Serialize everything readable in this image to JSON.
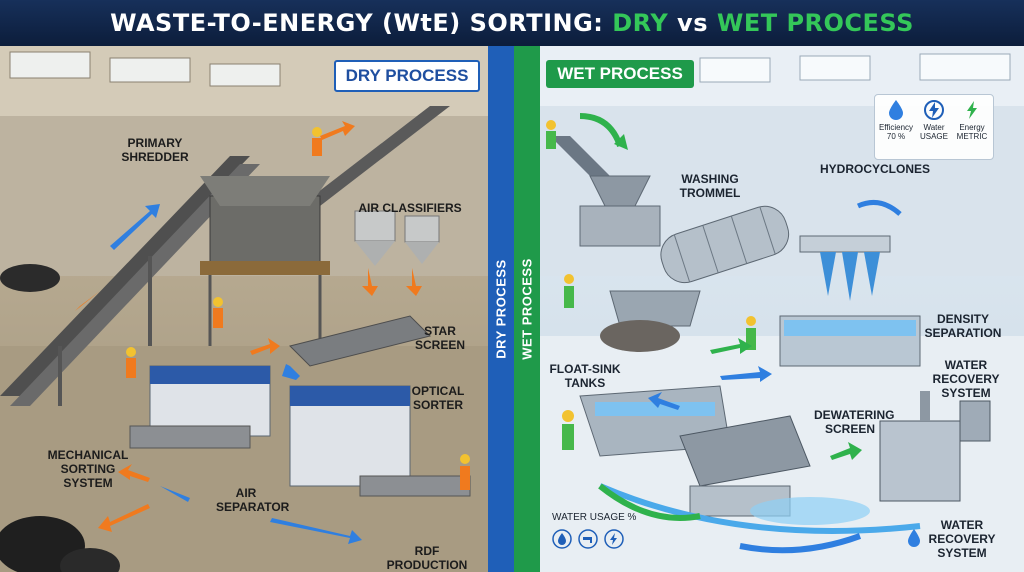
{
  "title": {
    "prefix": "WASTE-TO-ENERGY (WtE) SORTING: ",
    "dry": "DRY",
    "vs": " vs ",
    "wet": "WET PROCESS"
  },
  "dry": {
    "header": "DRY PROCESS",
    "band_label": "DRY PROCESS",
    "labels": {
      "primary_shredder": "PRIMARY\nSHREDDER",
      "air_classifiers": "AIR CLASSIFIERS",
      "star_screen": "STAR\nSCREEN",
      "optical_sorter": "OPTICAL\nSORTER",
      "mechanical_sorting": "MECHANICAL\nSORTING SYSTEM",
      "air_separator": "AIR\nSEPARATOR",
      "rdf_production": "RDF PRODUCTION"
    }
  },
  "wet": {
    "header": "WET PROCESS",
    "band_label": "WET PROCESS",
    "labels": {
      "washing_trommel": "WASHING\nTROMMEL",
      "hydrocyclones": "HYDROCYCLONES",
      "density_separation": "DENSITY\nSEPARATION",
      "float_sink": "FLOAT-SINK\nTANKS",
      "water_recovery_system": "WATER\nRECOVERY\nSYSTEM",
      "dewatering_screen": "DEWATERING\nSCREEN",
      "water_recovery": "WATER\nRECOVERY\nSYSTEM"
    },
    "metrics": {
      "efficiency": "Efficiency\n70 %",
      "water_usage": "Water\nUSAGE",
      "energy_metric": "Energy\nMETRIC"
    },
    "water_usage_panel": "WATER USAGE %"
  },
  "colors": {
    "dry_accent": "#1f5fb8",
    "wet_accent": "#1f9a4a",
    "title_bg": "#0c1d3b",
    "arrow_blue": "#2f7fe0",
    "arrow_orange": "#f07a1e",
    "arrow_green": "#2fb24c"
  }
}
